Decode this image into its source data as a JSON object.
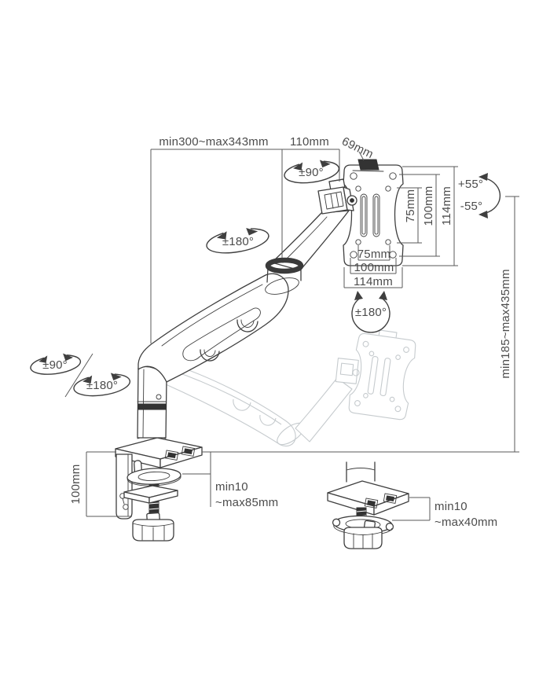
{
  "diagram": {
    "type": "desk-mount monitor arm specification drawing",
    "colors": {
      "line": "#3f3f3f",
      "dimension_line": "#5a5a5a",
      "label_text": "#4c4c4c",
      "ghost_line": "#c6cbce",
      "dark_fill": "#333333",
      "background": "#ffffff"
    },
    "dimensions": {
      "top_reach": "min300~max343mm",
      "top_offset": "110mm",
      "top_depth": "69mm",
      "vesa_vertical": [
        "75mm",
        "100mm",
        "114mm"
      ],
      "vesa_horizontal": [
        "75mm",
        "100mm",
        "114mm"
      ],
      "height_range": "min185~max435mm",
      "pole_height": "100mm",
      "clamp_thickness": [
        "min10",
        "~max85mm"
      ],
      "grommet_thickness": [
        "min10",
        "~max40mm"
      ]
    },
    "rotations": {
      "vesa_swivel": "±90°",
      "elbow": "±180°",
      "tilt_up": "+55°",
      "tilt_down": "-55°",
      "vesa_rotate": "±180°",
      "base_swivel": "±90°",
      "base_rotate": "±180°"
    }
  }
}
